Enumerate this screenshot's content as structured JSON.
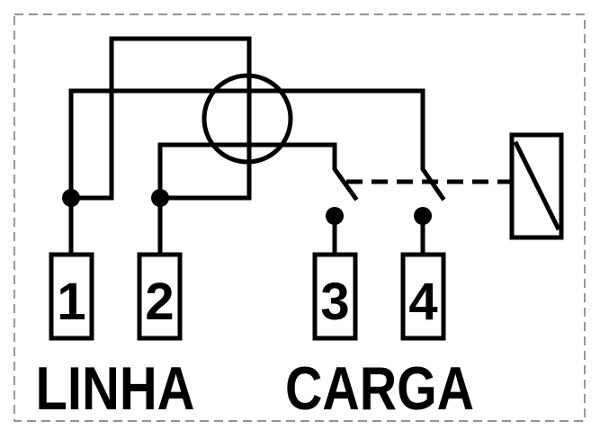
{
  "terminals": [
    "1",
    "2",
    "3",
    "4"
  ],
  "labels": {
    "line": "LINHA",
    "load": "CARGA"
  }
}
